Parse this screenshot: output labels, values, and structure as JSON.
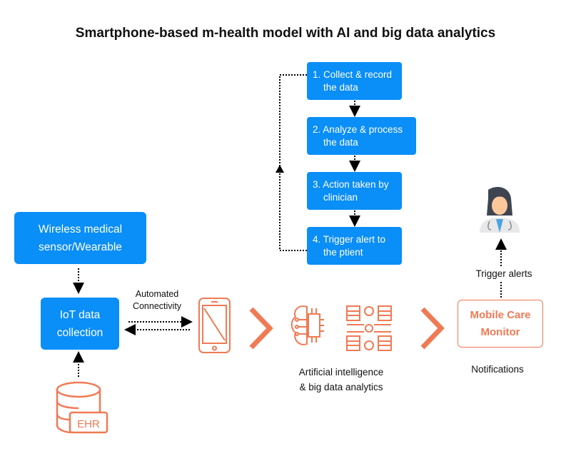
{
  "title": "Smartphone-based m-health model with AI and big data analytics",
  "wireless": {
    "line1": "Wireless medical",
    "line2": "sensor/Wearable"
  },
  "iot": {
    "line1": "IoT data",
    "line2": "collection"
  },
  "connectivity": {
    "line1": "Automated",
    "line2": "Connectivity"
  },
  "steps": [
    {
      "line1": "1. Collect & record",
      "line2": "the data"
    },
    {
      "line1": "2. Analyze & process",
      "line2": "the data"
    },
    {
      "line1": "3. Action taken by",
      "line2": "clinician"
    },
    {
      "line1": "4. Trigger alert to",
      "line2": "the ptient"
    }
  ],
  "ai": {
    "line1": "Artificial intelligence",
    "line2": "& big data analytics"
  },
  "monitor": {
    "line1": "Mobile Care",
    "line2": "Monitor"
  },
  "notifications": "Notifications",
  "trigger_alerts": "Trigger alerts",
  "ehr": "EHR",
  "colors": {
    "blue": "#0a8ef7",
    "orange": "#f07a55"
  },
  "icons": [
    "smartphone-icon",
    "chevron-right-icon",
    "ai-brain-chip-icon",
    "big-data-network-icon",
    "doctor-icon",
    "ehr-database-icon"
  ]
}
